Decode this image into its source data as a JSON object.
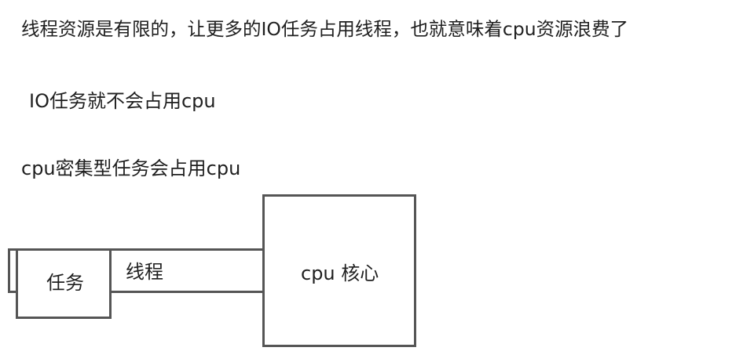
{
  "notes": {
    "line1": "线程资源是有限的，让更多的IO任务占用线程，也就意味着cpu资源浪费了",
    "line2": "IO任务就不会占用cpu",
    "line3": "cpu密集型任务会占用cpu"
  },
  "diagram": {
    "task_label": "任务",
    "thread_label": "线程",
    "core_label": "cpu 核心"
  }
}
